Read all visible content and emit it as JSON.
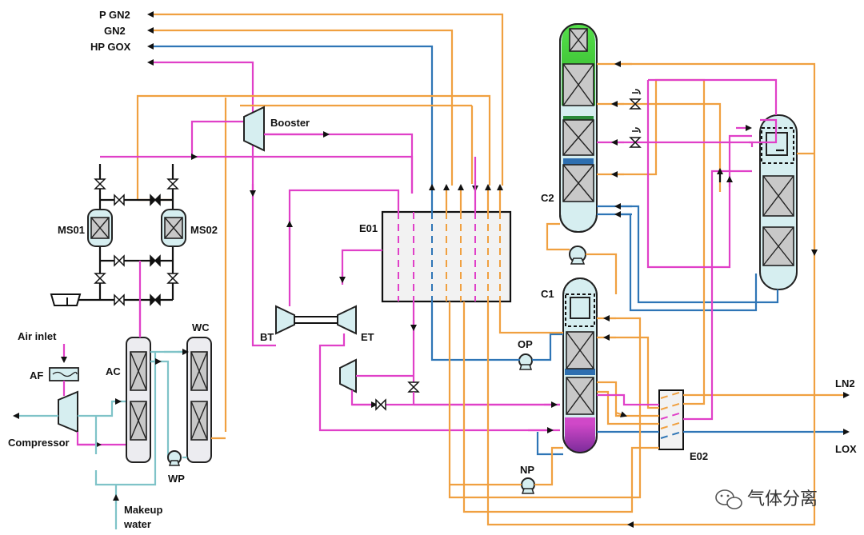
{
  "colors": {
    "air_stream": "#e040c8",
    "nitrogen_stream": "#f0a040",
    "oxygen_stream": "#2e75b6",
    "water_stream": "#7fc3c8",
    "equipment_fill": "#d6eef0"
  },
  "labels": {
    "pgn2": "P GN2",
    "gn2": "GN2",
    "hpgox": "HP GOX",
    "booster": "Booster",
    "e01": "E01",
    "ms01": "MS01",
    "ms02": "MS02",
    "c2": "C2",
    "c1": "C1",
    "op": "OP",
    "np": "NP",
    "bt": "BT",
    "et": "ET",
    "wc": "WC",
    "ac": "AC",
    "af": "AF",
    "air_inlet": "Air inlet",
    "compressor": "Compressor",
    "wp": "WP",
    "makeup_line1": "Makeup",
    "makeup_line2": "water",
    "ln2": "LN2",
    "lox": "LOX",
    "e02": "E02"
  },
  "watermark": {
    "icon": "wechat-icon",
    "text": "气体分离"
  }
}
